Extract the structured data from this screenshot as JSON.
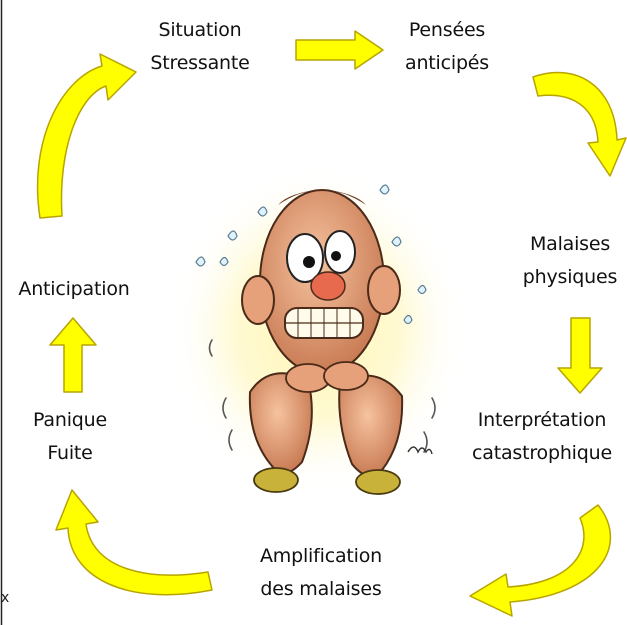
{
  "diagram": {
    "nodes": [
      {
        "id": "situation",
        "lines": [
          "Situation",
          "Stressante"
        ]
      },
      {
        "id": "pensees",
        "lines": [
          "Pensées",
          "anticipés"
        ]
      },
      {
        "id": "malaises",
        "lines": [
          "Malaises",
          "physiques"
        ]
      },
      {
        "id": "interpretation",
        "lines": [
          "Interprétation",
          "catastrophique"
        ]
      },
      {
        "id": "amplification",
        "lines": [
          "Amplification",
          "des malaises"
        ]
      },
      {
        "id": "panique",
        "lines": [
          "Panique",
          "Fuite"
        ]
      },
      {
        "id": "anticipation",
        "lines": [
          "Anticipation"
        ]
      }
    ],
    "edges": [
      {
        "from": "situation",
        "to": "pensees"
      },
      {
        "from": "pensees",
        "to": "malaises"
      },
      {
        "from": "malaises",
        "to": "interpretation"
      },
      {
        "from": "interpretation",
        "to": "amplification"
      },
      {
        "from": "amplification",
        "to": "panique"
      },
      {
        "from": "panique",
        "to": "anticipation"
      },
      {
        "from": "anticipation",
        "to": "situation"
      }
    ],
    "arrow_color": "#ffff00",
    "arrow_outline": "#b8a400",
    "stray_mark": "x"
  },
  "illustration": {
    "subject": "anxious-cartoon-man-icon",
    "glow_color": "#fff3a8",
    "skin_color": "#e8a37c",
    "shoe_color": "#c9b23a"
  }
}
